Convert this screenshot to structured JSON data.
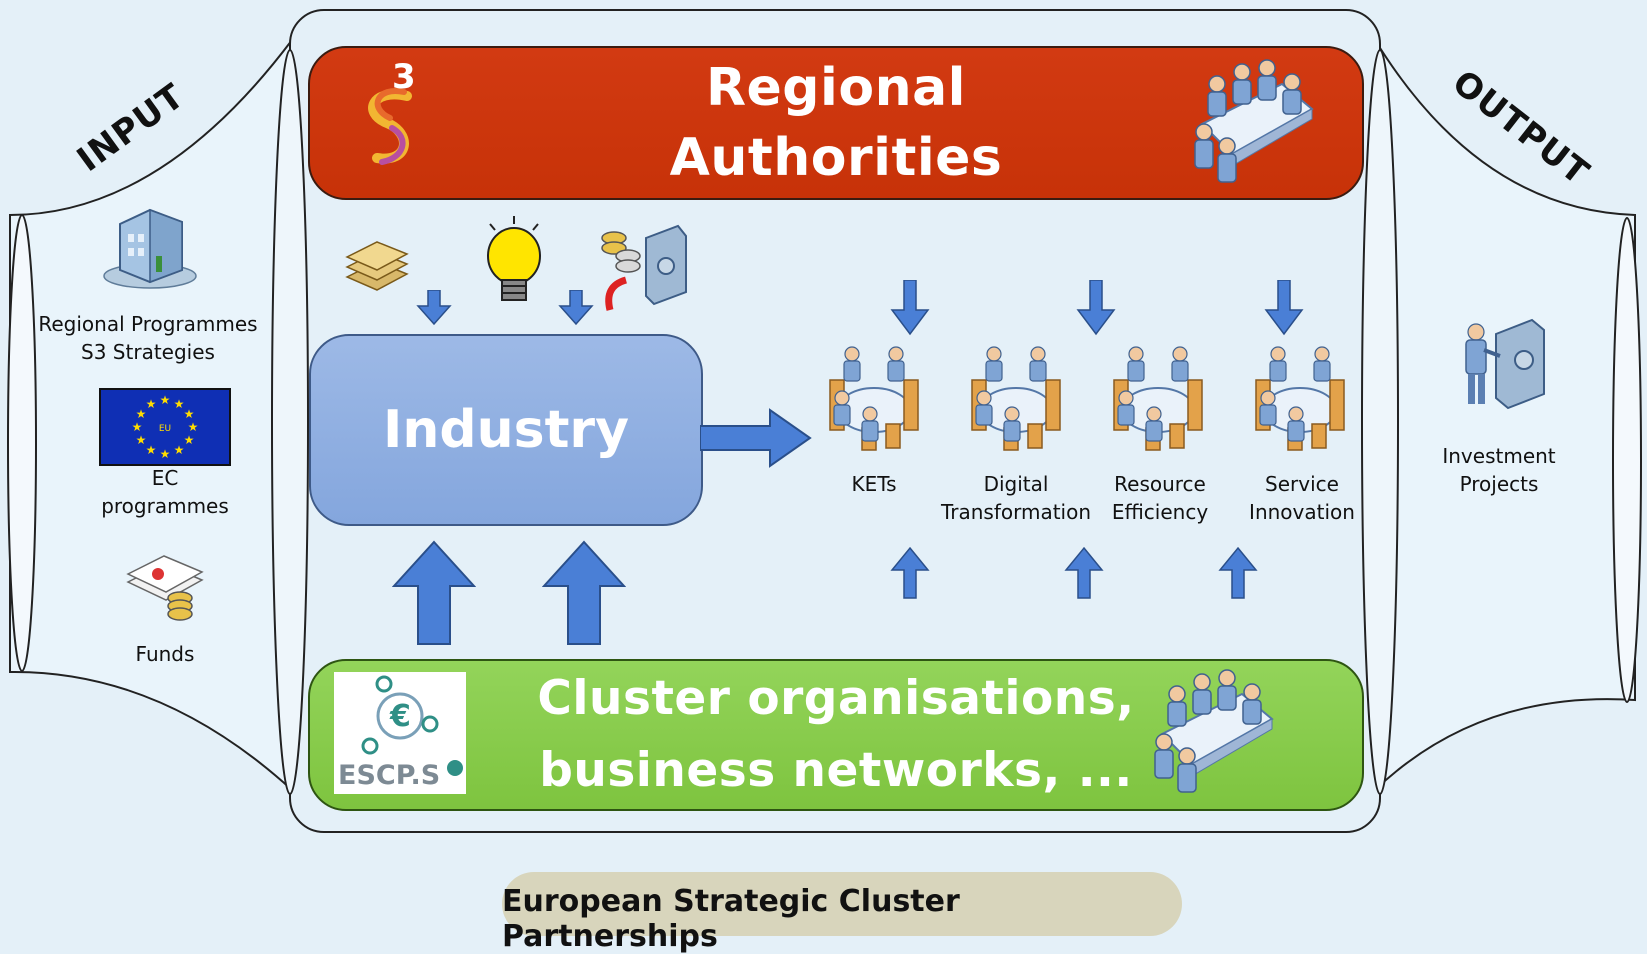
{
  "input_label": "INPUT",
  "output_label": "OUTPUT",
  "regional_authorities": {
    "line1": "Regional",
    "line2": "Authorities"
  },
  "industry": "Industry",
  "cluster": {
    "line1": "Cluster organisations,",
    "line2": "business networks, ..."
  },
  "inputs": {
    "programmes_line1": "Regional Programmes",
    "programmes_line2": "S3 Strategies",
    "ec_line1": "EC",
    "ec_line2": "programmes",
    "funds": "Funds",
    "eu_flag_text": "EU"
  },
  "themes": {
    "kets": "KETs",
    "digital_line1": "Digital",
    "digital_line2": "Transformation",
    "resource_line1": "Resource",
    "resource_line2": "Efficiency",
    "service_line1": "Service",
    "service_line2": "Innovation"
  },
  "outputs": {
    "line1": "Investment",
    "line2": "Projects"
  },
  "footer": "European Strategic Cluster Partnerships",
  "logos": {
    "s3_numeral": "3",
    "escp_text": "ESCP.S"
  },
  "colors": {
    "regional_authorities_band": "#c73208",
    "cluster_band": "#7ec43f",
    "industry_box": "#8fafe0",
    "arrow_blue": "#4a7fd6",
    "footer_pill": "#d8d5bc",
    "background": "#e4f0f8"
  }
}
